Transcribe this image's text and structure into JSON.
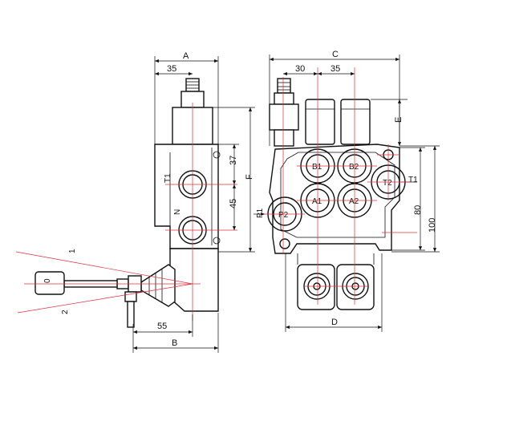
{
  "dimensions": {
    "A": "A",
    "B": "B",
    "C": "C",
    "D": "D",
    "E": "E",
    "F": "F",
    "d35_side": "35",
    "d37": "37",
    "d45": "45",
    "d55": "55",
    "d30": "30",
    "d35_front": "35",
    "d80": "80",
    "d100": "100"
  },
  "ports": {
    "T1_side": "T1",
    "N": "N",
    "B1": "B1",
    "B2": "B2",
    "A1": "A1",
    "A2": "A2",
    "P2": "P2",
    "T2": "T2",
    "T1_front": "T1",
    "P1": "P1"
  },
  "lever_positions": {
    "p0": "0",
    "p1": "1",
    "p2": "2"
  }
}
